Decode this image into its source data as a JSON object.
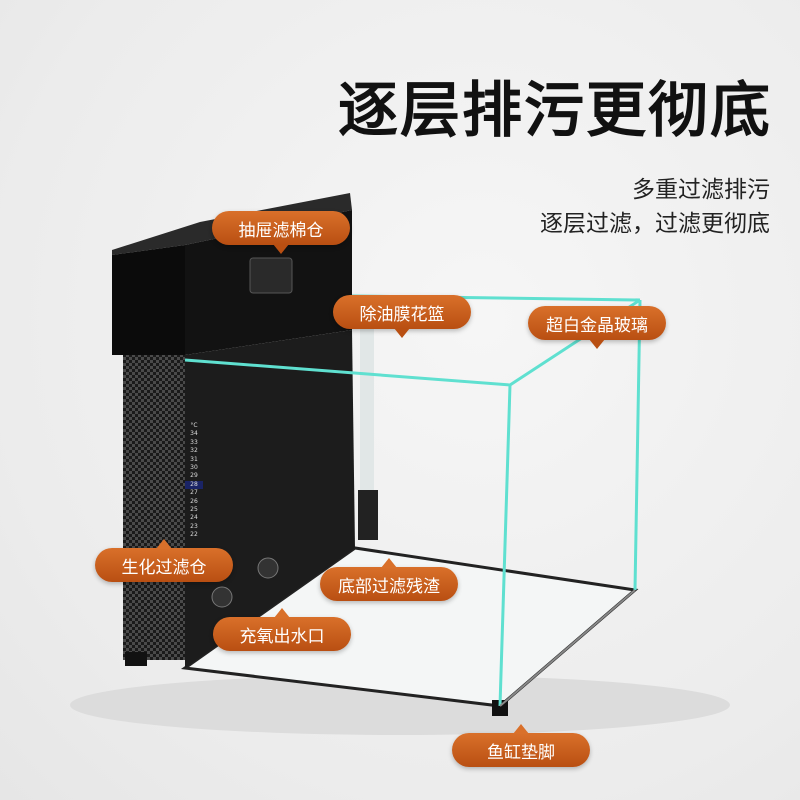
{
  "heading": {
    "title": "逐层排污更彻底",
    "subtitle_1": "多重过滤排污",
    "subtitle_2": "逐层过滤，过滤更彻底"
  },
  "callouts": {
    "drawer_sponge": "抽屉滤棉仓",
    "oil_film_basket": "除油膜花篮",
    "ultra_white_glass": "超白金晶玻璃",
    "bio_filter": "生化过滤仓",
    "bottom_filter": "底部过滤残渣",
    "oxygen_outlet": "充氧出水口",
    "tank_feet": "鱼缸垫脚"
  },
  "thermometer": {
    "unit": "°C",
    "values": [
      "34",
      "33",
      "32",
      "31",
      "30",
      "29",
      "28",
      "27",
      "26",
      "25",
      "24",
      "23",
      "22"
    ]
  },
  "colors": {
    "callout": "#c75d1c",
    "glass_edge": "#5fe0d0",
    "cabinet": "#141414"
  }
}
